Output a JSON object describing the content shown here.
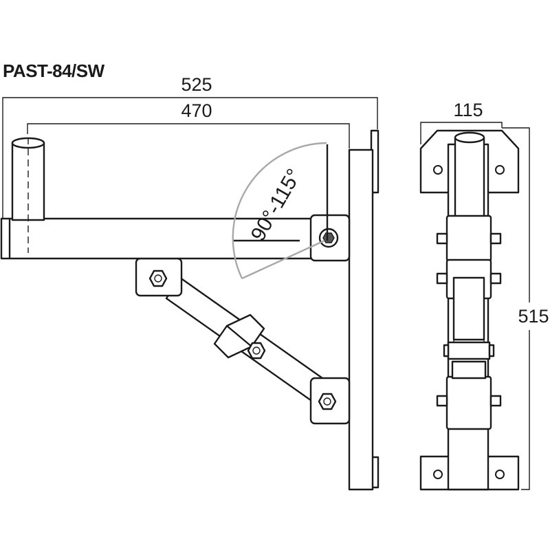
{
  "title": "PAST-84/SW",
  "dimensions": {
    "overall_length": "525",
    "arm_length": "470",
    "side_width": "115",
    "height": "515"
  },
  "angle": "90°-115°",
  "colors": {
    "line": "#1a1a1a",
    "angle_arc": "#a8a8a8",
    "background": "#ffffff"
  }
}
